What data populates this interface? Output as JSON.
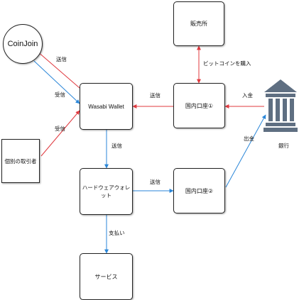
{
  "nodes": {
    "coinjoin": "CoinJoin",
    "individual_trader": "個別の取引者",
    "wasabi_wallet": "Wasabi Wallet",
    "hardware_wallet": "ハードウェアウォレット",
    "service": "サービス",
    "exchange": "販売所",
    "domestic_account_1": "国内口座①",
    "domestic_account_2": "国内口座②",
    "bank": "銀行"
  },
  "edges": {
    "wasabi_to_coinjoin": "送信",
    "coinjoin_to_wasabi": "受信",
    "individual_to_wasabi": "受信",
    "wasabi_to_hardware": "送信",
    "hardware_to_service": "支払い",
    "hardware_to_account2": "送信",
    "account1_to_wasabi": "送信",
    "exchange_account1": "ビットコインを購入",
    "bank_to_account1": "入金",
    "account2_to_bank": "出金"
  },
  "colors": {
    "red_arrow": "#e0383e",
    "blue_arrow": "#2a86d8",
    "bank_icon": "#5f6f82",
    "node_border": "#222222"
  }
}
